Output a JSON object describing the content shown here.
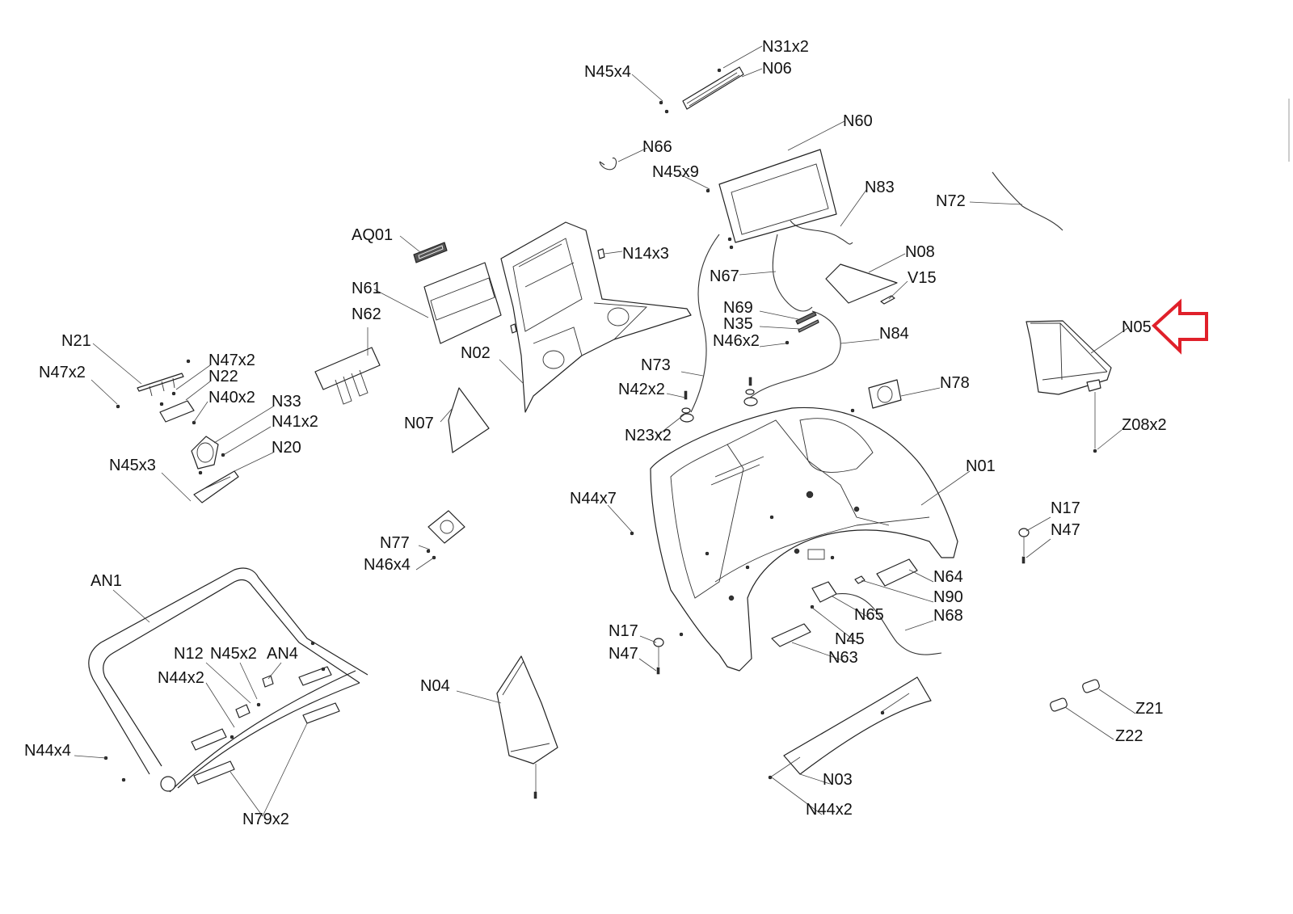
{
  "diagram": {
    "type": "exploded-parts-diagram",
    "highlight": {
      "part": "N05",
      "indicator": "left-pointing-arrow",
      "color": "#e0202a"
    },
    "callouts": [
      {
        "id": "n31x2",
        "label": "N31x2"
      },
      {
        "id": "n06",
        "label": "N06"
      },
      {
        "id": "n45x4",
        "label": "N45x4"
      },
      {
        "id": "n60",
        "label": "N60"
      },
      {
        "id": "n66",
        "label": "N66"
      },
      {
        "id": "n45x9",
        "label": "N45x9"
      },
      {
        "id": "n83",
        "label": "N83"
      },
      {
        "id": "n72",
        "label": "N72"
      },
      {
        "id": "aq01",
        "label": "AQ01"
      },
      {
        "id": "n14x3",
        "label": "N14x3"
      },
      {
        "id": "n08",
        "label": "N08"
      },
      {
        "id": "v15",
        "label": "V15"
      },
      {
        "id": "n67",
        "label": "N67"
      },
      {
        "id": "n61",
        "label": "N61"
      },
      {
        "id": "n62",
        "label": "N62"
      },
      {
        "id": "n69",
        "label": "N69"
      },
      {
        "id": "n35",
        "label": "N35"
      },
      {
        "id": "n46x2",
        "label": "N46x2"
      },
      {
        "id": "n84",
        "label": "N84"
      },
      {
        "id": "n05",
        "label": "N05"
      },
      {
        "id": "n21",
        "label": "N21"
      },
      {
        "id": "n47x2-right",
        "label": "N47x2"
      },
      {
        "id": "n47x2-left",
        "label": "N47x2"
      },
      {
        "id": "n22",
        "label": "N22"
      },
      {
        "id": "n02",
        "label": "N02"
      },
      {
        "id": "n73",
        "label": "N73"
      },
      {
        "id": "n40x2",
        "label": "N40x2"
      },
      {
        "id": "n33",
        "label": "N33"
      },
      {
        "id": "n41x2",
        "label": "N41x2"
      },
      {
        "id": "n42x2",
        "label": "N42x2"
      },
      {
        "id": "n78",
        "label": "N78"
      },
      {
        "id": "n07",
        "label": "N07"
      },
      {
        "id": "n23x2",
        "label": "N23x2"
      },
      {
        "id": "z08x2",
        "label": "Z08x2"
      },
      {
        "id": "n20",
        "label": "N20"
      },
      {
        "id": "n45x3",
        "label": "N45x3"
      },
      {
        "id": "n01",
        "label": "N01"
      },
      {
        "id": "n44x7",
        "label": "N44x7"
      },
      {
        "id": "n17-right",
        "label": "N17"
      },
      {
        "id": "n47-right",
        "label": "N47"
      },
      {
        "id": "n77",
        "label": "N77"
      },
      {
        "id": "n46x4",
        "label": "N46x4"
      },
      {
        "id": "n64",
        "label": "N64"
      },
      {
        "id": "an1",
        "label": "AN1"
      },
      {
        "id": "n90",
        "label": "N90"
      },
      {
        "id": "n65",
        "label": "N65"
      },
      {
        "id": "n68",
        "label": "N68"
      },
      {
        "id": "n17-left",
        "label": "N17"
      },
      {
        "id": "n12",
        "label": "N12"
      },
      {
        "id": "n45x2",
        "label": "N45x2"
      },
      {
        "id": "an4",
        "label": "AN4"
      },
      {
        "id": "n45",
        "label": "N45"
      },
      {
        "id": "n47-left",
        "label": "N47"
      },
      {
        "id": "n63",
        "label": "N63"
      },
      {
        "id": "n44x2-left",
        "label": "N44x2"
      },
      {
        "id": "n04",
        "label": "N04"
      },
      {
        "id": "z21",
        "label": "Z21"
      },
      {
        "id": "n44x4",
        "label": "N44x4"
      },
      {
        "id": "z22",
        "label": "Z22"
      },
      {
        "id": "n03",
        "label": "N03"
      },
      {
        "id": "n79x2",
        "label": "N79x2"
      },
      {
        "id": "n44x2-bottom",
        "label": "N44x2"
      }
    ]
  }
}
